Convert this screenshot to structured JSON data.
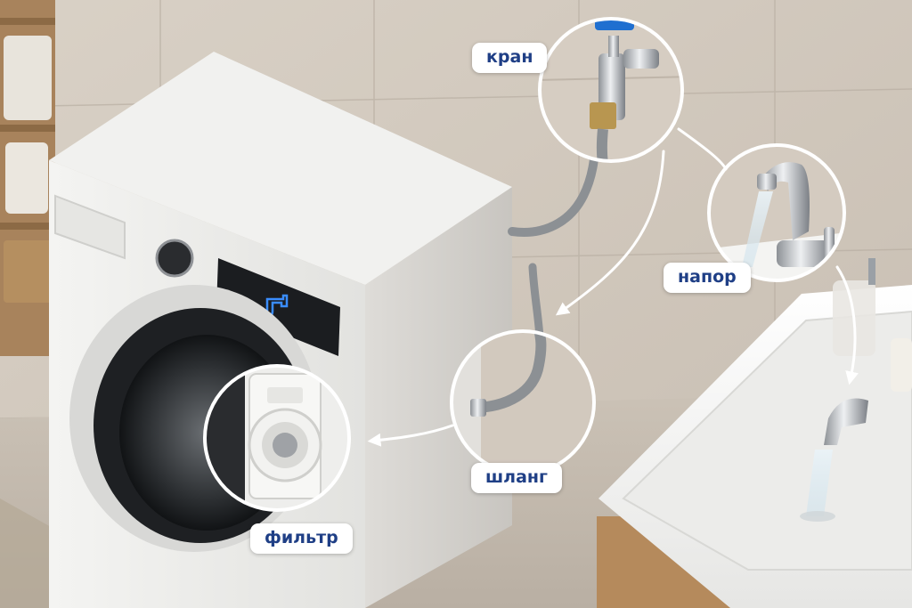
{
  "labels": {
    "tap": "кран",
    "pressure": "напор",
    "hose": "шланг",
    "filter": "фильтр"
  },
  "colors": {
    "label_text": "#1f3f86",
    "accent_blue": "#1f6fd0",
    "display_icon": "#3a8dff"
  }
}
